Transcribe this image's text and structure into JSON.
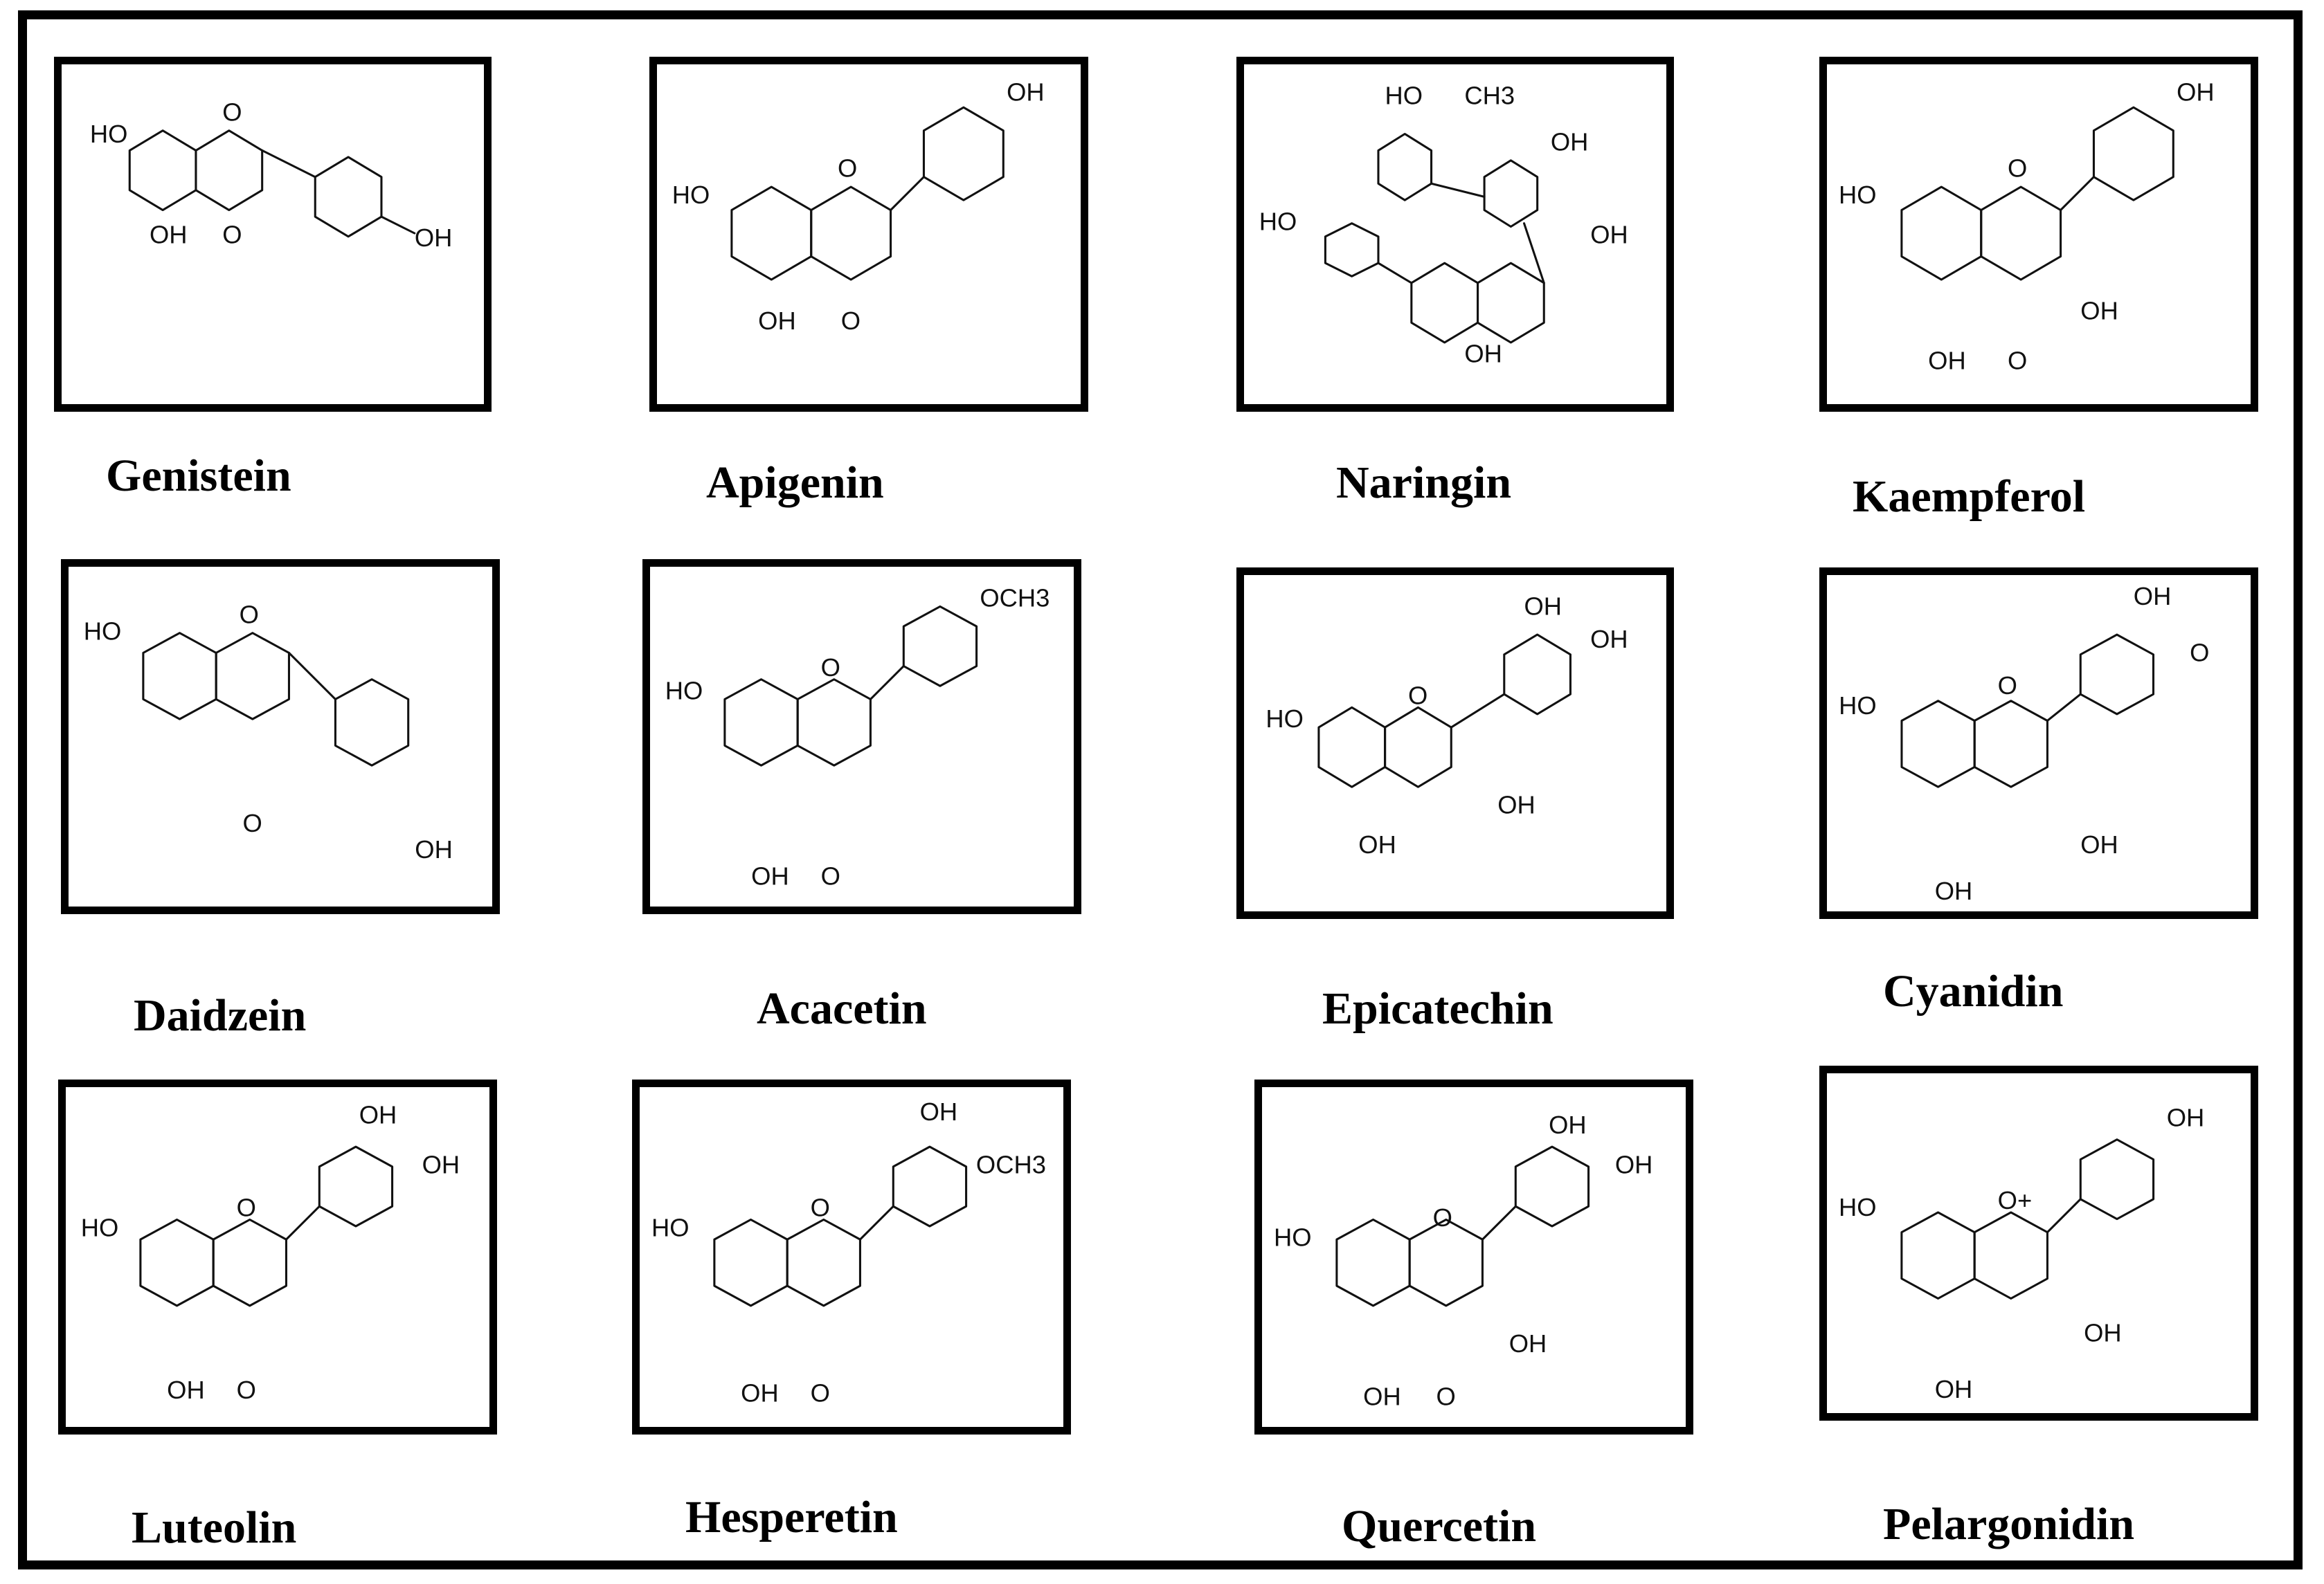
{
  "compounds": [
    {
      "name": "Genistein",
      "structure_icon": "genistein-structure"
    },
    {
      "name": "Apigenin",
      "structure_icon": "apigenin-structure"
    },
    {
      "name": "Naringin",
      "structure_icon": "naringin-structure"
    },
    {
      "name": "Kaempferol",
      "structure_icon": "kaempferol-structure"
    },
    {
      "name": "Daidzein",
      "structure_icon": "daidzein-structure"
    },
    {
      "name": "Acacetin",
      "structure_icon": "acacetin-structure"
    },
    {
      "name": "Epicatechin",
      "structure_icon": "epicatechin-structure"
    },
    {
      "name": "Cyanidin",
      "structure_icon": "cyanidin-structure"
    },
    {
      "name": "Luteolin",
      "structure_icon": "luteolin-structure"
    },
    {
      "name": "Hesperetin",
      "structure_icon": "hesperetin-structure"
    },
    {
      "name": "Quercetin",
      "structure_icon": "quercetin-structure"
    },
    {
      "name": "Pelargonidin",
      "structure_icon": "pelargonidin-structure"
    }
  ],
  "atom_labels": {
    "oh": "OH",
    "ho": "HO",
    "o": "O",
    "och3": "OCH3",
    "ch3": "CH3",
    "o_plus": "O+"
  }
}
